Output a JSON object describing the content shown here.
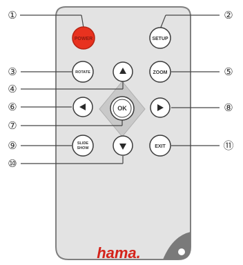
{
  "colors": {
    "body": "#e3e3e3",
    "body_border": "#7f7f7f",
    "corner_plate": "#7a7a7a",
    "button_fill": "#ffffff",
    "button_border": "#3a3a3a",
    "power_fill": "#e8321f",
    "power_text": "#8b1a10",
    "brand": "#d4231a",
    "callout": "#444444",
    "dpad_ring": "#c9c9c9"
  },
  "buttons": {
    "power": "POWER",
    "setup": "SETUP",
    "rotate": "ROTATE",
    "zoom": "ZOOM",
    "ok": "OK",
    "slideshow_line1": "SLIDE",
    "slideshow_line2": "SHOW",
    "exit": "EXIT",
    "up_icon": "arrow-up-icon",
    "down_icon": "arrow-down-icon",
    "left_icon": "arrow-left-icon",
    "right_icon": "arrow-right-icon"
  },
  "callouts": {
    "c1": "①",
    "c2": "②",
    "c3": "③",
    "c4": "④",
    "c5": "⑤",
    "c6": "⑥",
    "c7": "⑦",
    "c8": "⑧",
    "c9": "⑨",
    "c10": "⑩",
    "c11": "⑪"
  },
  "brand": {
    "name": "hama",
    "dot": "."
  }
}
